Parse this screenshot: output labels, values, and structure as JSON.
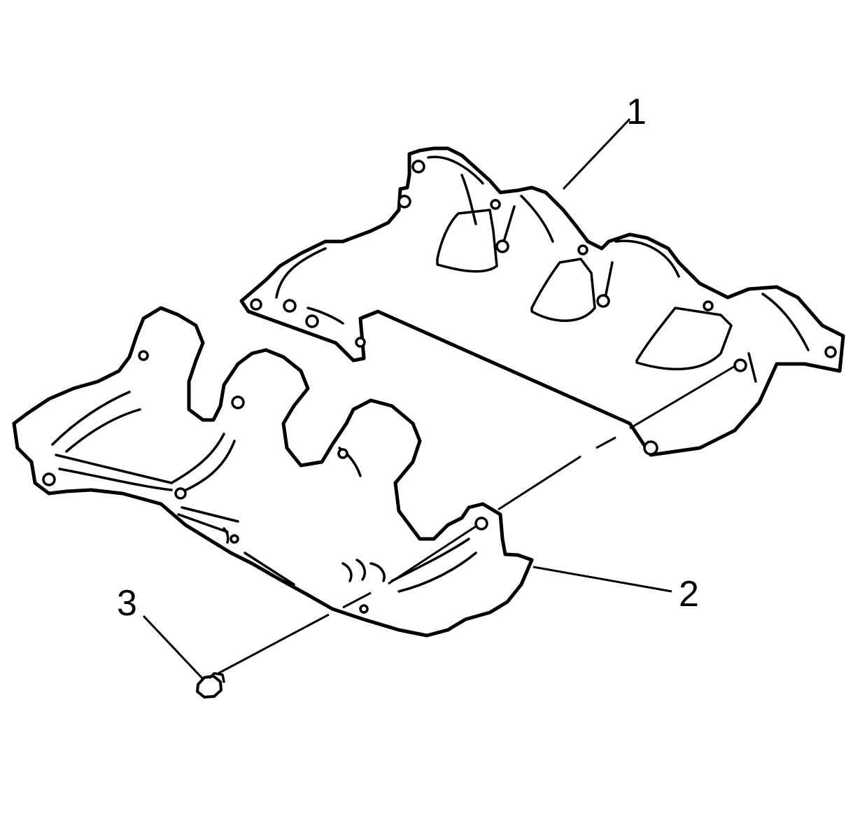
{
  "callouts": [
    {
      "id": "manifold",
      "label": "1"
    },
    {
      "id": "heat-shield",
      "label": "2"
    },
    {
      "id": "bolt",
      "label": "3"
    }
  ],
  "colors": {
    "line": "#000000",
    "background": "#ffffff"
  }
}
